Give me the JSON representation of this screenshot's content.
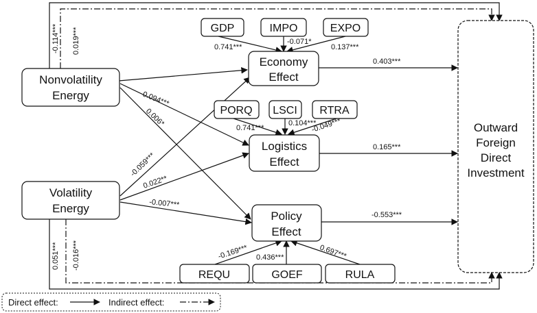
{
  "nodes": {
    "nonvolatility": {
      "line1": "Nonvolatility",
      "line2": "Energy"
    },
    "volatility": {
      "line1": "Volatility",
      "line2": "Energy"
    },
    "economy": {
      "line1": "Economy",
      "line2": "Effect"
    },
    "logistics": {
      "line1": "Logistics",
      "line2": "Effect"
    },
    "policy": {
      "line1": "Policy",
      "line2": "Effect"
    },
    "ofdi": {
      "line1": "Outward",
      "line2": "Foreign",
      "line3": "Direct",
      "line4": "Investment"
    },
    "gdp": "GDP",
    "impo": "IMPO",
    "expo": "EXPO",
    "porq": "PORQ",
    "lsci": "LSCI",
    "rtra": "RTRA",
    "requ": "REQU",
    "goef": "GOEF",
    "rula": "RULA"
  },
  "coefficients": {
    "gdp_economy": "0.741***",
    "impo_economy": "-0.071*",
    "expo_economy": "0.137***",
    "porq_logistics": "0.741***",
    "lsci_logistics": "0.104***",
    "rtra_logistics": "-0.049***",
    "requ_policy": "-0.169***",
    "goef_policy": "0.436***",
    "rula_policy": "0.697***",
    "economy_ofdi": "0.403***",
    "logistics_ofdi": "0.165***",
    "policy_ofdi": "-0.553***",
    "nonvol_logistics": "0.094***",
    "nonvol_policy": "0.006*",
    "vol_economy": "-0.059***",
    "vol_logistics": "0.022**",
    "vol_policy": "-0.007***",
    "nonvol_direct": "-0.114***",
    "nonvol_indirect": "0.019***",
    "vol_direct": "0.051***",
    "vol_indirect": "-0.016***"
  },
  "legend": {
    "direct": "Direct effect:",
    "indirect": "Indirect effect:"
  }
}
